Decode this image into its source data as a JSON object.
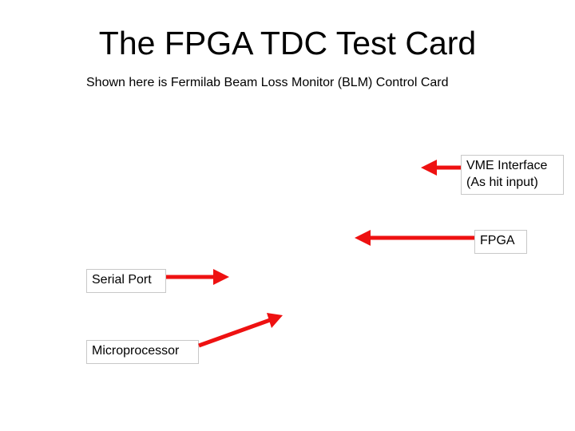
{
  "title": "The FPGA TDC Test Card",
  "subtitle": "Shown here is Fermilab Beam Loss Monitor (BLM) Control Card",
  "callouts": {
    "vme": {
      "line1": "VME Interface",
      "line2": "(As hit input)"
    },
    "fpga": {
      "label": "FPGA"
    },
    "serial": {
      "label": "Serial Port"
    },
    "micro": {
      "label": "Microprocessor"
    }
  },
  "colors": {
    "arrow": "#ee1111",
    "box_border": "#c8c8c8",
    "text": "#000000",
    "background": "#ffffff"
  }
}
